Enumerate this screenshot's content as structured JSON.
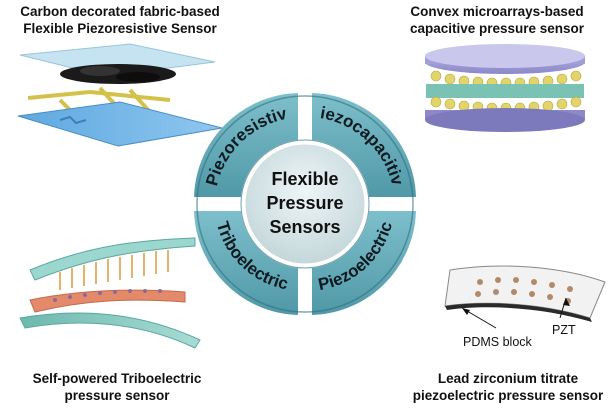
{
  "center": {
    "line1": "Flexible",
    "line2": "Pressure",
    "line3": "Sensors"
  },
  "segments": {
    "top_left": "Piezoresistive",
    "top_right": "Piezocapacitive",
    "bottom_left": "Triboelectric",
    "bottom_right": "Piezoelectric"
  },
  "captions": {
    "top_left": {
      "line1": "Carbon decorated fabric-based",
      "line2": "Flexible Piezoresistive Sensor"
    },
    "top_right": {
      "line1": "Convex microarrays-based",
      "line2": "capacitive pressure sensor"
    },
    "bottom_left": {
      "line1": "Self-powered Triboelectric",
      "line2": "pressure sensor"
    },
    "bottom_right": {
      "line1": "Lead zirconium titrate",
      "line2": "piezoelectric pressure sensor"
    }
  },
  "labels": {
    "pdms": "PDMS block",
    "pzt": "PZT"
  },
  "colors": {
    "ring": "#5fa8b6",
    "ring_stroke": "#2f6f7d",
    "center_fill": "#d6e4e7",
    "caption_text": "#111111"
  }
}
